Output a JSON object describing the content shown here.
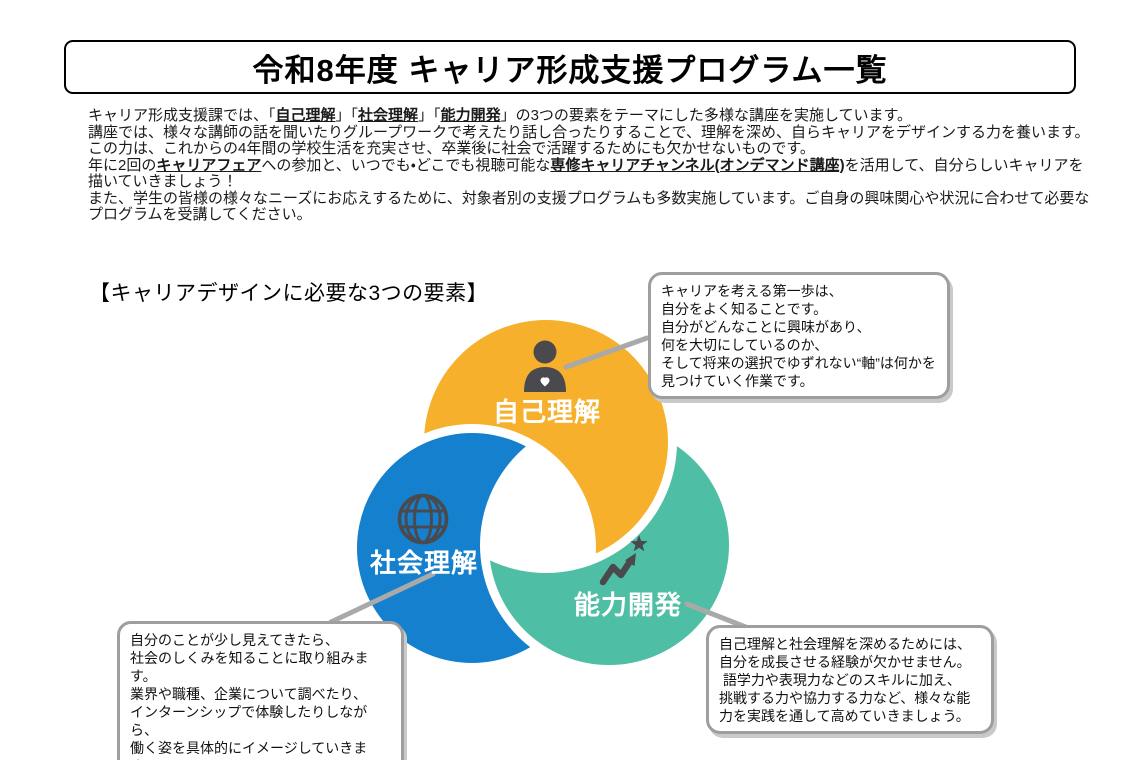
{
  "page": {
    "title": "令和8年度 キャリア形成支援プログラム一覧"
  },
  "intro": {
    "segments": [
      {
        "t": "キャリア形成支援課では、「"
      },
      {
        "t": "自己理解",
        "b": true,
        "u": true
      },
      {
        "t": "」「"
      },
      {
        "t": "社会理解",
        "b": true,
        "u": true
      },
      {
        "t": "」「"
      },
      {
        "t": "能力開発",
        "b": true,
        "u": true
      },
      {
        "t": "」の3つの要素をテーマにした多様な講座を実施しています。\n講座では、様々な講師の話を聞いたりグループワークで考えたり話し合ったりすることで、理解を深め、自らキャリアをデザインする力を養います。\nこの力は、これからの4年間の学校生活を充実させ、卒業後に社会で活躍するためにも欠かせないものです。\n年に2回の"
      },
      {
        "t": "キャリアフェア",
        "b": true,
        "u": true
      },
      {
        "t": "への参加と、いつでも・どこでも視聴可能な"
      },
      {
        "t": "専修キャリアチャンネル(オンデマンド講座)",
        "b": true,
        "u": true
      },
      {
        "t": "を活用して、自分らしいキャリアを描いていきましょう！\nまた、学生の皆様の様々なニーズにお応えするために、対象者別の支援プログラムも多数実施しています。ご自身の興味関心や状況に合わせて必要なプログラムを受講してください。"
      }
    ]
  },
  "diagram": {
    "heading": "【キャリアデザインに必要な3つの要素】",
    "elements": [
      {
        "id": "self",
        "label": "自己理解",
        "icon": "person-heart-icon",
        "color": "#F6B02B",
        "callout": "キャリアを考える第一歩は、\n自分をよく知ることです。\n自分がどんなことに興味があり、\n何を大切にしているのか、\nそして将来の選択でゆずれない“軸”は何かを\n見つけていく作業です。"
      },
      {
        "id": "society",
        "label": "社会理解",
        "icon": "globe-icon",
        "color": "#1480CE",
        "callout": "自分のことが少し見えてきたら、\n社会のしくみを知ることに取り組みます。\n業界や職種、企業について調べたり、\nインターンシップで体験したりしながら、\n働く姿を具体的にイメージしていきます。"
      },
      {
        "id": "skill",
        "label": "能力開発",
        "icon": "growth-arrow-star-icon",
        "color": "#4EBFA5",
        "callout": "自己理解と社会理解を深めるためには、\n自分を成長させる経験が欠かせません。\n 語学力や表現力などのスキルに加え、\n挑戦する力や協力する力など、様々な能\n力を実践を通して高めていきましょう。"
      }
    ],
    "colors": {
      "icon": "#4A4A4E",
      "connector": "#A9A9A9",
      "heart": "#FFFFFF"
    }
  }
}
